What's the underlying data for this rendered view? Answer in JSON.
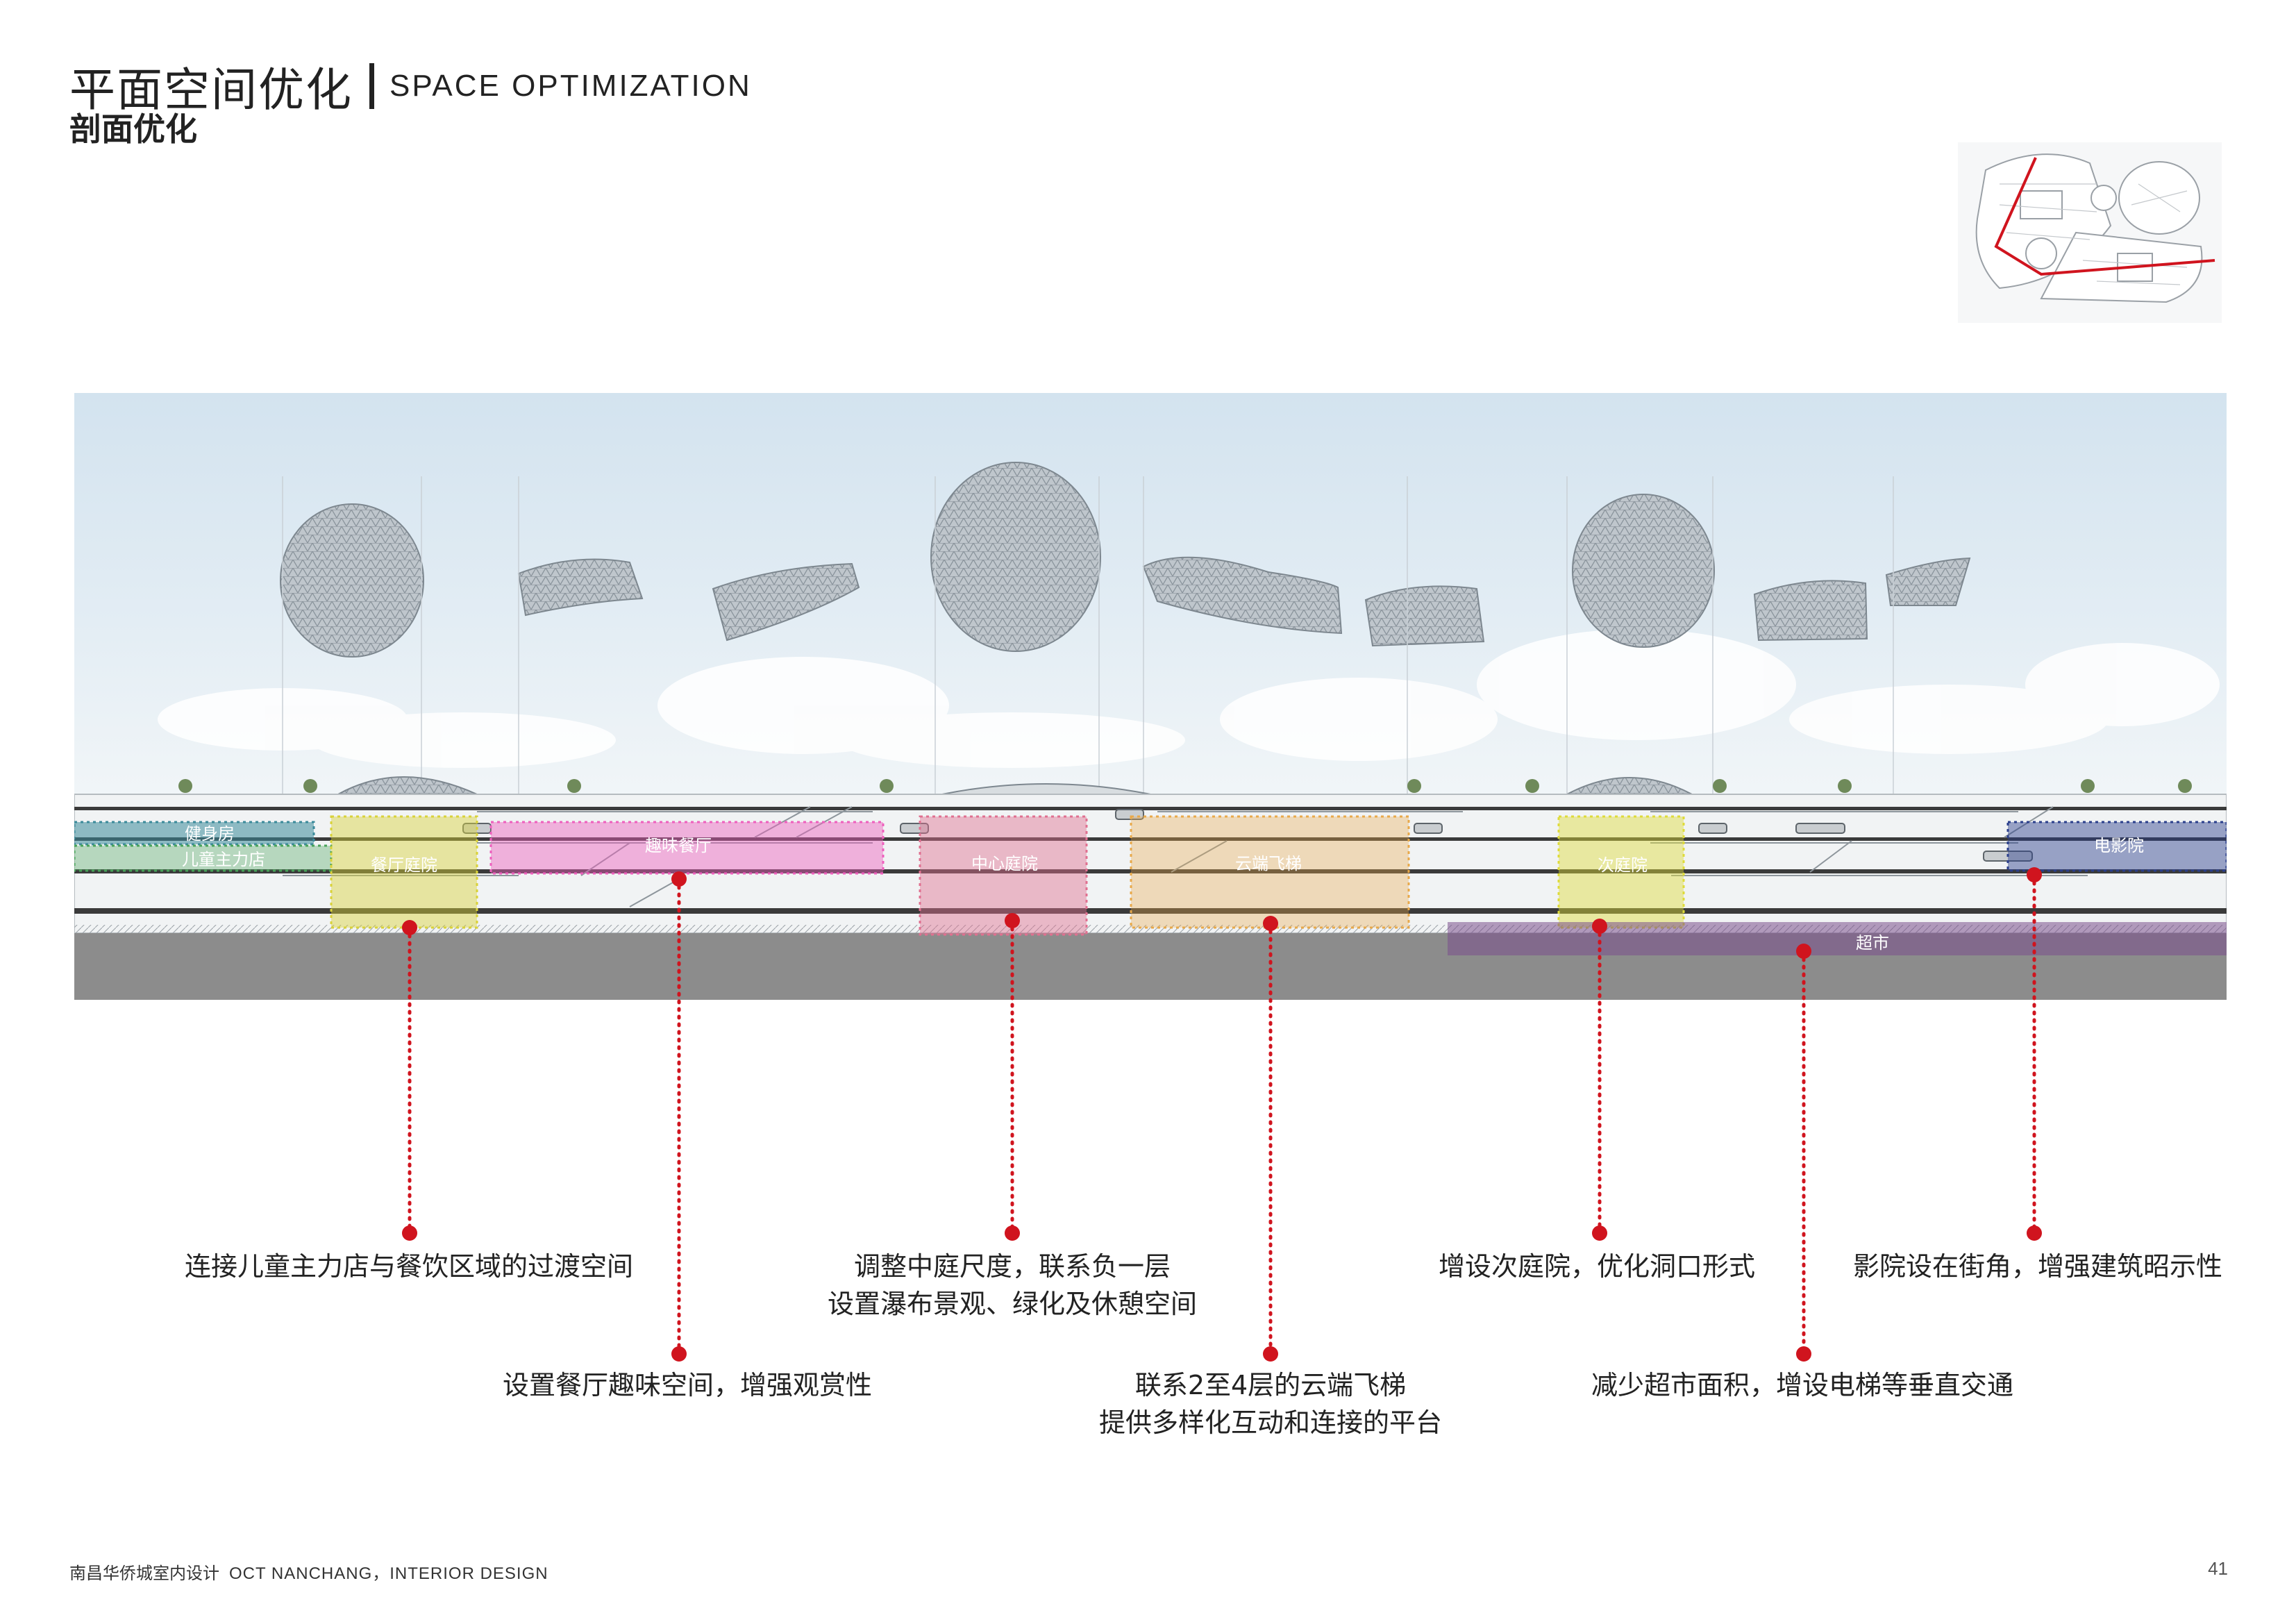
{
  "header": {
    "title_cn": "平面空间优化",
    "title_en": "SPACE OPTIMIZATION",
    "subtitle": "剖面优化"
  },
  "colors": {
    "accent_red": "#d0141e",
    "fitness": "#3b8a9a",
    "kids": "#49a35a",
    "courtyard": "#d9d23a",
    "dining": "#ee5fbd",
    "atrium": "#e07090",
    "sky_escalator": "#e8a94a",
    "sub_courtyard": "#dedb3a",
    "cinema": "#2b3f8c",
    "supermarket": "#7a4e8c"
  },
  "zones": [
    {
      "label": "健身房",
      "color_key": "fitness"
    },
    {
      "label": "儿童主力店",
      "color_key": "kids"
    },
    {
      "label": "餐厅庭院",
      "color_key": "courtyard"
    },
    {
      "label": "趣味餐厅",
      "color_key": "dining"
    },
    {
      "label": "中心庭院",
      "color_key": "atrium"
    },
    {
      "label": "云端飞梯",
      "color_key": "sky_escalator"
    },
    {
      "label": "次庭院",
      "color_key": "sub_courtyard"
    },
    {
      "label": "电影院",
      "color_key": "cinema"
    },
    {
      "label": "超市",
      "color_key": "supermarket"
    }
  ],
  "callouts": [
    {
      "lines": [
        "连接儿童主力店与餐饮区域的过渡空间"
      ]
    },
    {
      "lines": [
        "设置餐厅趣味空间，增强观赏性"
      ]
    },
    {
      "lines": [
        "调整中庭尺度，联系负一层",
        "设置瀑布景观、绿化及休憩空间"
      ]
    },
    {
      "lines": [
        "联系2至4层的云端飞梯",
        "提供多样化互动和连接的平台"
      ]
    },
    {
      "lines": [
        "增设次庭院，优化洞口形式"
      ]
    },
    {
      "lines": [
        "减少超市面积，增设电梯等垂直交通"
      ]
    },
    {
      "lines": [
        "影院设在街角，增强建筑昭示性"
      ]
    }
  ],
  "footer": {
    "text_cn": "南昌华侨城室内设计",
    "text_en": "OCT NANCHANG，INTERIOR DESIGN",
    "page": "41"
  }
}
